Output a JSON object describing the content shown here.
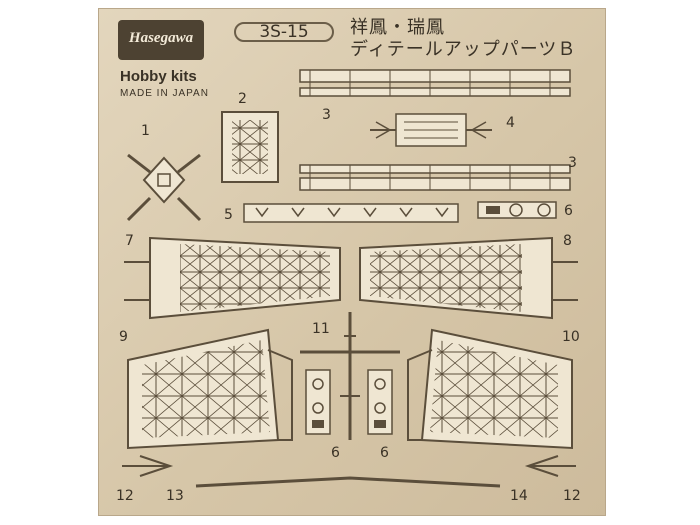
{
  "brand": {
    "logo": "Hasegawa",
    "line": "Hobby kits",
    "origin": "MADE IN JAPAN"
  },
  "product": {
    "code": "3S-15",
    "title_line1": "祥鳳・瑞鳳",
    "title_line2": "ディテールアップパーツＢ"
  },
  "part_numbers": {
    "p1": "1",
    "p2": "2",
    "p3a": "3",
    "p3b": "3",
    "p4": "4",
    "p5": "5",
    "p6a": "6",
    "p6b": "6",
    "p6c": "6",
    "p7": "7",
    "p8": "8",
    "p9": "9",
    "p10": "10",
    "p11": "11",
    "p12a": "12",
    "p12b": "12",
    "p13": "13",
    "p14": "14"
  },
  "colors": {
    "fret": "#d6c6a8",
    "part": "#efe6d2",
    "etch_line": "#5b4e3b",
    "background": "#ffffff"
  }
}
